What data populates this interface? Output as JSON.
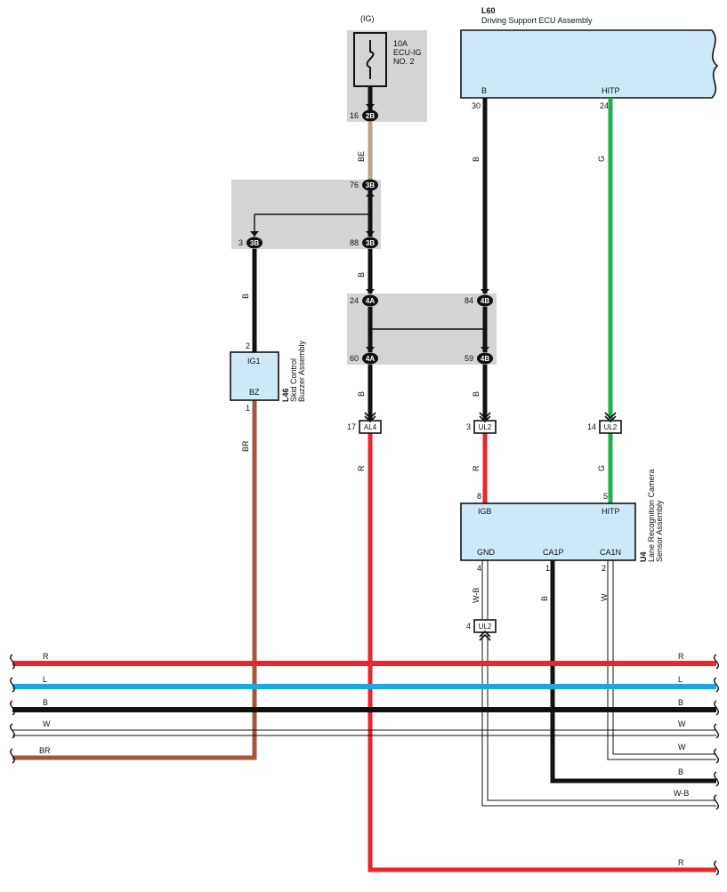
{
  "fuse": {
    "ig_label": "(IG)",
    "rating": "10A",
    "name_line1": "ECU-IG",
    "name_line2": "NO. 2"
  },
  "ecu_l60": {
    "code": "L60",
    "name": "Driving Support ECU Assembly",
    "pin_b": "B",
    "pin_hitp": "HITP"
  },
  "buzzer_l46": {
    "code": "L46",
    "name_line1": "Skid Control",
    "name_line2": "Buzzer Assembly",
    "pin_ig1": "IG1",
    "pin_bz": "BZ"
  },
  "camera_u4": {
    "code": "U4",
    "name_line1": "Lane Recognition Camera",
    "name_line2": "Sensor Assembly",
    "pin_igb": "IGB",
    "pin_hitp": "HITP",
    "pin_gnd": "GND",
    "pin_ca1p": "CA1P",
    "pin_ca1n": "CA1N"
  },
  "connectors": [
    {
      "id": "2B",
      "pin": "16"
    },
    {
      "id": "3B",
      "pin": "76"
    },
    {
      "id": "3B",
      "pin": "3"
    },
    {
      "id": "3B",
      "pin": "88"
    },
    {
      "id": "4A",
      "pin": "24"
    },
    {
      "id": "4B",
      "pin": "84"
    },
    {
      "id": "4A",
      "pin": "60"
    },
    {
      "id": "4B",
      "pin": "59"
    },
    {
      "id": "AL4",
      "pin": "17"
    },
    {
      "id": "UL2",
      "pin": "3"
    },
    {
      "id": "UL2",
      "pin": "14"
    },
    {
      "id": "UL2",
      "pin": "4"
    }
  ],
  "pins": {
    "l60_b": "30",
    "l60_hitp": "24",
    "l46_ig1": "2",
    "l46_bz": "1",
    "u4_igb": "8",
    "u4_hitp": "5",
    "u4_gnd": "4",
    "u4_ca1p": "1",
    "u4_ca1n": "2"
  },
  "wire_colors": {
    "be": "BE",
    "b1": "B",
    "b2": "B",
    "b3": "B",
    "b4": "B",
    "b5": "B",
    "g1": "G",
    "g2": "G",
    "br": "BR",
    "r1": "R",
    "r2": "R",
    "wb": "W-B",
    "b6": "B",
    "w": "W"
  },
  "bus": [
    {
      "label": "R",
      "color": "#e8262b"
    },
    {
      "label": "L",
      "color": "#1aa7e3"
    },
    {
      "label": "B",
      "color": "#111111"
    },
    {
      "label": "W",
      "color": "#ffffff"
    },
    {
      "label": "BR",
      "color": "#a6553a"
    }
  ],
  "right_labels": {
    "r_top": "R",
    "l": "L",
    "b_top": "B",
    "w1": "W",
    "w2": "W",
    "b_low": "B",
    "wb": "W-B",
    "r_bottom": "R"
  },
  "colors": {
    "red": "#e8262b",
    "blue": "#1aa7e3",
    "black": "#111111",
    "green": "#1fb04b",
    "brown": "#a6553a",
    "beige": "#b8a58c",
    "ecu_fill": "#cde9f7",
    "junction_fill": "#d4d4d4"
  }
}
